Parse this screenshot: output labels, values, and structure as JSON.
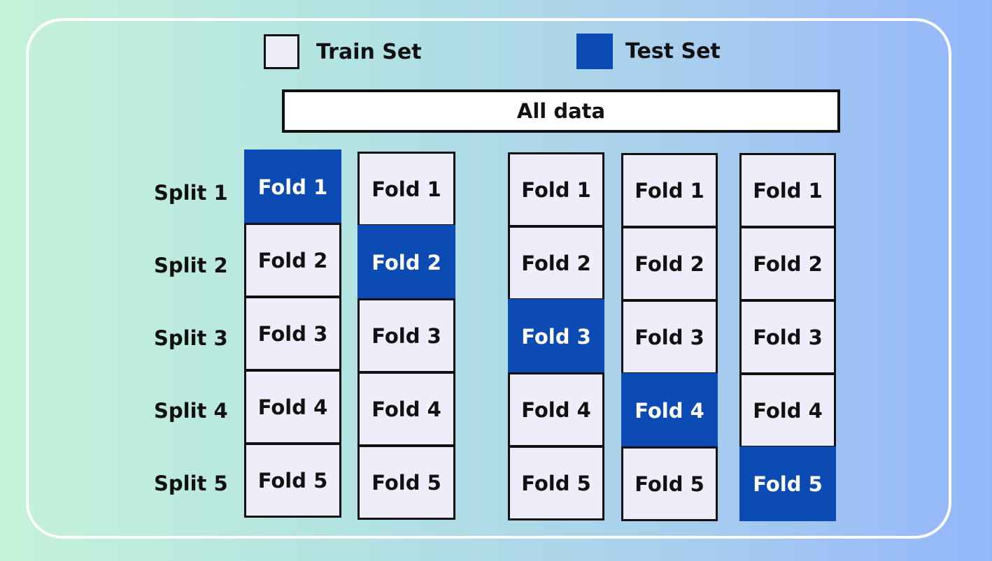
{
  "legend": {
    "train_label": "Train Set",
    "test_label": "Test Set",
    "train_color": "#eeeefa",
    "test_color": "#0b4bb3"
  },
  "all_data_label": "All data",
  "splits": [
    "Split 1",
    "Split 2",
    "Split 3",
    "Split 4",
    "Split 5"
  ],
  "columns": [
    {
      "folds": [
        "Fold 1",
        "Fold 2",
        "Fold 3",
        "Fold 4",
        "Fold 5"
      ],
      "test_index": 0
    },
    {
      "folds": [
        "Fold 1",
        "Fold 2",
        "Fold 3",
        "Fold 4",
        "Fold 5"
      ],
      "test_index": 1
    },
    {
      "folds": [
        "Fold 1",
        "Fold 2",
        "Fold 3",
        "Fold 4",
        "Fold 5"
      ],
      "test_index": 2
    },
    {
      "folds": [
        "Fold 1",
        "Fold 2",
        "Fold 3",
        "Fold 4",
        "Fold 5"
      ],
      "test_index": 3
    },
    {
      "folds": [
        "Fold 1",
        "Fold 2",
        "Fold 3",
        "Fold 4",
        "Fold 5"
      ],
      "test_index": 4
    }
  ]
}
